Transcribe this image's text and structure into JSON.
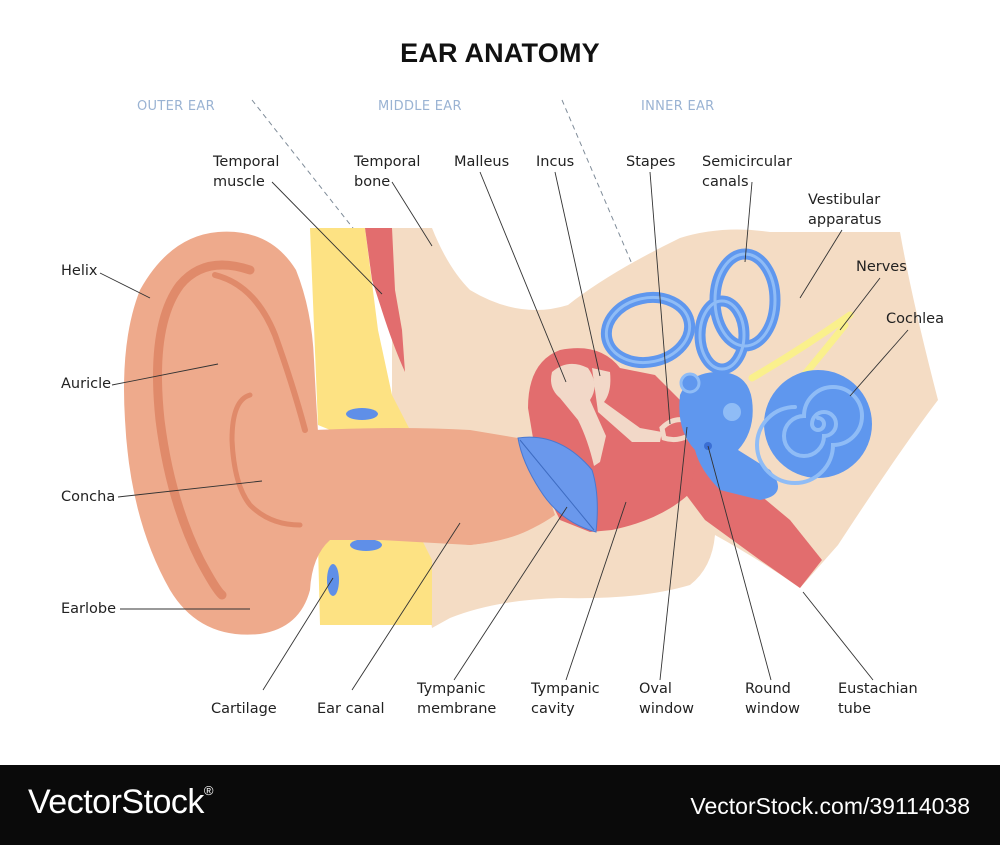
{
  "title": "EAR ANATOMY",
  "sections": {
    "outer": "OUTER EAR",
    "middle": "MIDDLE EAR",
    "inner": "INNER EAR"
  },
  "labels": {
    "temporal_muscle": [
      "Temporal",
      "muscle"
    ],
    "temporal_bone": [
      "Temporal",
      "bone"
    ],
    "malleus": "Malleus",
    "incus": "Incus",
    "stapes": "Stapes",
    "semicircular_canals": [
      "Semicircular",
      "canals"
    ],
    "vestibular_apparatus": [
      "Vestibular",
      "apparatus"
    ],
    "nerves": "Nerves",
    "cochlea": "Cochlea",
    "helix": "Helix",
    "auricle": "Auricle",
    "concha": "Concha",
    "earlobe": "Earlobe",
    "cartilage": "Cartilage",
    "ear_canal": "Ear canal",
    "tympanic_membrane": [
      "Tympanic",
      "membrane"
    ],
    "tympanic_cavity": [
      "Tympanic",
      "cavity"
    ],
    "oval_window": [
      "Oval",
      "window"
    ],
    "round_window": [
      "Round",
      "window"
    ],
    "eustachian_tube": [
      "Eustachian",
      "tube"
    ]
  },
  "footer": {
    "brand": "VectorStock",
    "registered": "®",
    "credit": "VectorStock.com/39114038"
  },
  "colors": {
    "skin": "#eeaa8c",
    "skin_dark": "#e08a6a",
    "bone": "#f4dcc4",
    "cartilage": "#fde283",
    "muscle": "#e26d6e",
    "membrane": "#6a98ec",
    "inner_ear": "#5f97ee",
    "inner_ear_light": "#8fbcf6",
    "nerve": "#faf08c",
    "ossicle": "#f2d8c8",
    "footer_bg": "#0a0a0a"
  }
}
